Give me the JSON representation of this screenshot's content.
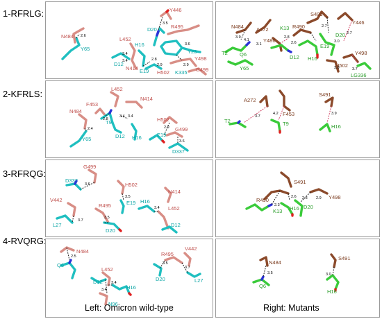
{
  "rows": [
    {
      "label": "1-RFRLG:"
    },
    {
      "label": "2-KFRLS:"
    },
    {
      "label": "3-RFRQG:"
    },
    {
      "label": "4-RVQRG:"
    }
  ],
  "captions": {
    "left": "Left: Omicron wild-type",
    "right": "Right: Mutants"
  },
  "colors": {
    "wildtype_peptide": "#1fbfc0",
    "wildtype_receptor": "#d88e86",
    "mutant_peptide": "#3acb3a",
    "mutant_receptor": "#8b4a2b",
    "nitrogen": "#2b32d8",
    "oxygen": "#e02020"
  },
  "panels": {
    "r1_left": {
      "residues": [
        "N484",
        "Y65",
        "Y446",
        "D20",
        "R495",
        "L452",
        "H16",
        "Y23",
        "D12",
        "N414",
        "E19",
        "H502",
        "K335",
        "Y498",
        "G499"
      ],
      "distances": [
        "2.6",
        "3.5",
        "3.4",
        "3.4",
        "3.6",
        "2.8",
        "2.9",
        "2.9"
      ]
    },
    "r1_right": {
      "residues": [
        "N484",
        "A472",
        "K13",
        "S491",
        "Y486",
        "R490",
        "Y446",
        "D20",
        "T2",
        "Q6",
        "D12",
        "H16",
        "E19",
        "Y498",
        "Y65",
        "H502",
        "LG336"
      ],
      "distances": [
        "3.9",
        "4.1",
        "3.1",
        "2.8",
        "2.6",
        "2.7",
        "3.0",
        "2.7",
        "3.9",
        "3.7"
      ]
    },
    "r2_left": {
      "residues": [
        "L452",
        "F453",
        "N414",
        "N484",
        "T9",
        "D12",
        "H16",
        "H502",
        "E19",
        "G499",
        "Y65",
        "D337"
      ],
      "distances": [
        "2.8",
        "3.4",
        "3.4",
        "2.4",
        "2.9",
        "3.6"
      ]
    },
    "r2_right": {
      "residues": [
        "A272",
        "F453",
        "S491",
        "T2",
        "T9",
        "H16"
      ],
      "distances": [
        "3.7",
        "4.2",
        "3.9"
      ]
    },
    "r3_left": {
      "residues": [
        "G499",
        "D337",
        "H502",
        "N414",
        "V442",
        "E19",
        "H16",
        "R495",
        "L452",
        "L27",
        "D20",
        "D12"
      ],
      "distances": [
        "3.6",
        "3.5",
        "3.7",
        "3.5",
        "3.4"
      ]
    },
    "r3_right": {
      "residues": [
        "S491",
        "R490",
        "Y498",
        "K13",
        "H16",
        "D20"
      ],
      "distances": [
        "2.6",
        "2.3",
        "2.3",
        "2.9"
      ]
    },
    "r4_left": {
      "residues": [
        "N484",
        "Q6",
        "R495",
        "V442",
        "L452",
        "D12",
        "D20",
        "L27",
        "H16",
        "N96"
      ],
      "distances": [
        "2.5",
        "3.5",
        "3.7",
        "3.4",
        "3.4"
      ]
    },
    "r4_right": {
      "residues": [
        "N484",
        "S491",
        "Q6",
        "H16"
      ],
      "distances": [
        "3.5",
        "3.0"
      ]
    }
  }
}
